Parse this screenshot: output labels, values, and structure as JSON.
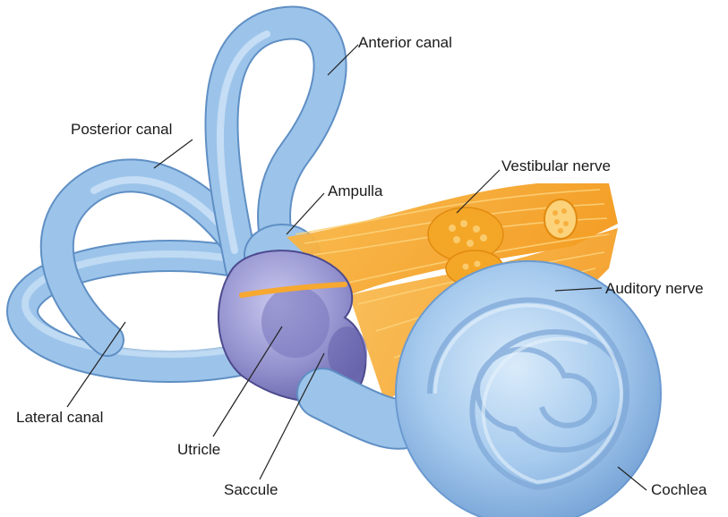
{
  "labels": {
    "anterior_canal": "Anterior canal",
    "posterior_canal": "Posterior canal",
    "vestibular_nerve": "Vestibular nerve",
    "ampulla": "Ampulla",
    "auditory_nerve": "Auditory nerve",
    "lateral_canal": "Lateral canal",
    "utricle": "Utricle",
    "saccule": "Saccule",
    "cochlea": "Cochlea"
  },
  "colors": {
    "canal_fill": "#9cc4ea",
    "canal_highlight": "#cfe4f7",
    "canal_edge": "#5f8fc4",
    "vestibule_fill": "#8d8cc9",
    "vestibule_dark": "#5e5aa0",
    "nerve_fill": "#f6a830",
    "nerve_light": "#fcd27a",
    "leader": "#222222"
  }
}
